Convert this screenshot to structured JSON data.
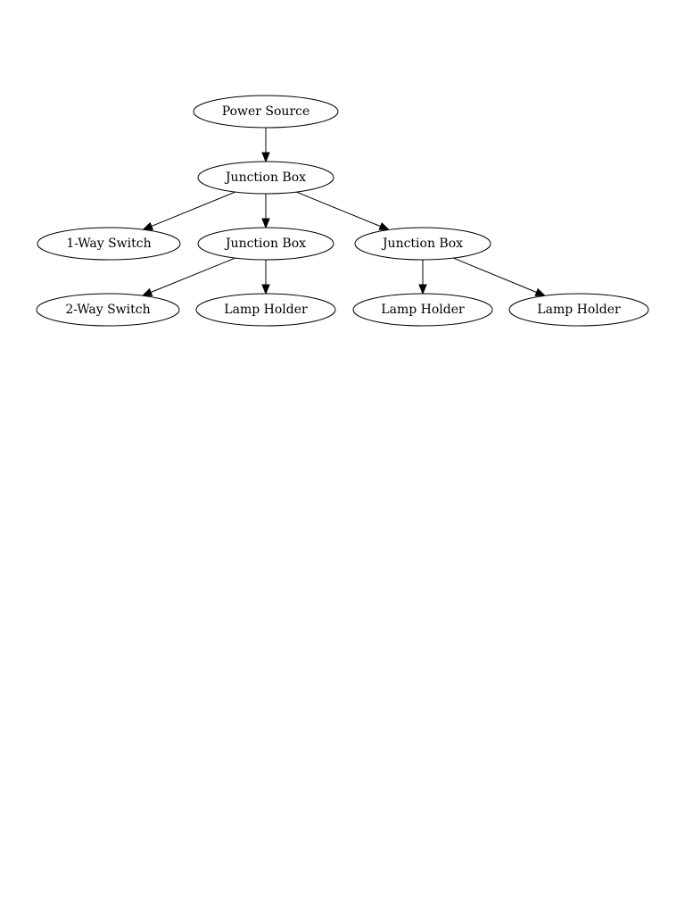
{
  "nodes": [
    {
      "id": "power",
      "label": "Power Source"
    },
    {
      "id": "jb1",
      "label": "Junction Box"
    },
    {
      "id": "sw1",
      "label": "1-Way Switch"
    },
    {
      "id": "jb2",
      "label": "Junction Box"
    },
    {
      "id": "jb3",
      "label": "Junction Box"
    },
    {
      "id": "sw2",
      "label": "2-Way Switch"
    },
    {
      "id": "lamp1",
      "label": "Lamp Holder"
    },
    {
      "id": "lamp2",
      "label": "Lamp Holder"
    },
    {
      "id": "lamp3",
      "label": "Lamp Holder"
    }
  ],
  "edges": [
    {
      "from": "power",
      "to": "jb1"
    },
    {
      "from": "jb1",
      "to": "sw1"
    },
    {
      "from": "jb1",
      "to": "jb2"
    },
    {
      "from": "jb1",
      "to": "jb3"
    },
    {
      "from": "jb2",
      "to": "sw2"
    },
    {
      "from": "jb2",
      "to": "lamp1"
    },
    {
      "from": "jb3",
      "to": "lamp2"
    },
    {
      "from": "jb3",
      "to": "lamp3"
    }
  ]
}
